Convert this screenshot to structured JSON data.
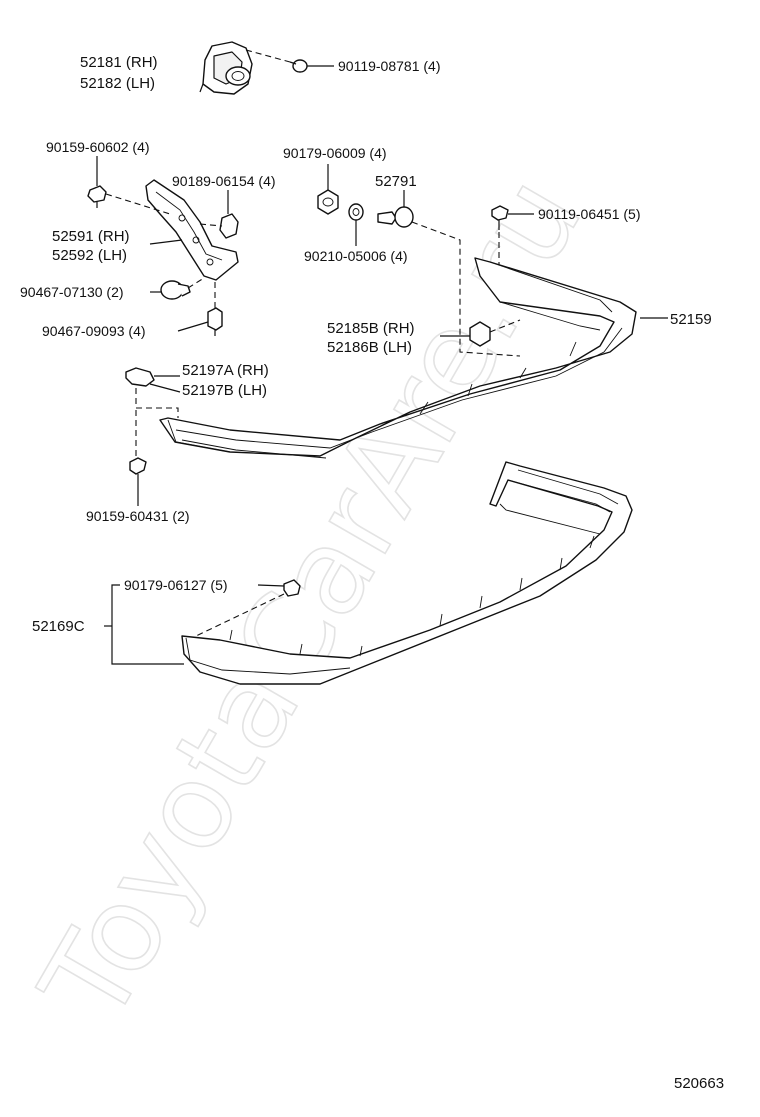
{
  "watermark": "ToyotaCarAre.ru",
  "diagram_id": "520663",
  "callouts": {
    "p52181": "52181 (RH)",
    "p52182": "52182 (LH)",
    "p90119_08781": "90119-08781 (4)",
    "p90159_60602": "90159-60602 (4)",
    "p90179_06009": "90179-06009 (4)",
    "p90189_06154": "90189-06154 (4)",
    "p52791": "52791",
    "p52591": "52591 (RH)",
    "p52592": "52592 (LH)",
    "p90119_06451": "90119-06451 (5)",
    "p90210_05006": "90210-05006 (4)",
    "p90467_07130": "90467-07130 (2)",
    "p90467_09093": "90467-09093 (4)",
    "p52185B": "52185B (RH)",
    "p52186B": "52186B (LH)",
    "p52159": "52159",
    "p52197A": "52197A (RH)",
    "p52197B": "52197B (LH)",
    "p90159_60431": "90159-60431 (2)",
    "p90179_06127": "90179-06127 (5)",
    "p52169C": "52169C"
  }
}
